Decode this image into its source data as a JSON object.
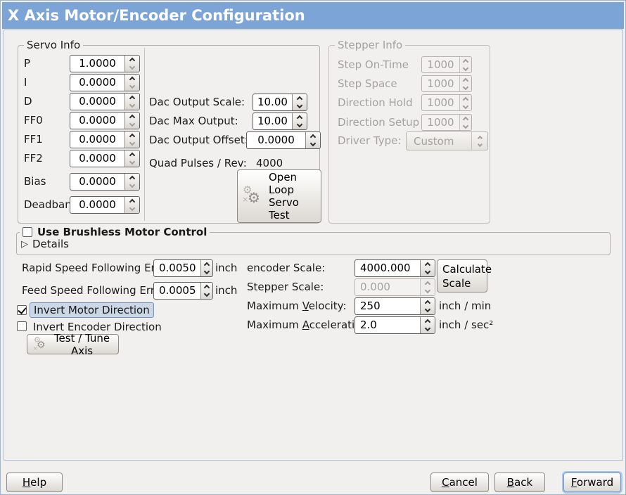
{
  "window": {
    "title": "X Axis Motor/Encoder Configuration"
  },
  "colors": {
    "title_bg": "#7da4d6",
    "focus_blue": "#6d96cc",
    "highlight_bg": "#ccd7e6"
  },
  "servo": {
    "legend": "Servo Info",
    "params": [
      {
        "label": "P",
        "value": "1.0000"
      },
      {
        "label": "I",
        "value": "0.0000"
      },
      {
        "label": "D",
        "value": "0.0000"
      },
      {
        "label": "FF0",
        "value": "0.0000"
      },
      {
        "label": "FF1",
        "value": "0.0000"
      },
      {
        "label": "FF2",
        "value": "0.0000"
      },
      {
        "label": "Bias",
        "value": "0.0000"
      },
      {
        "label": "Deadband",
        "value": "0.0000"
      }
    ],
    "dac_scale": {
      "label": "Dac Output Scale:",
      "value": "10.00"
    },
    "dac_max": {
      "label": "Dac Max Output:",
      "value": "10.00"
    },
    "dac_offset": {
      "label": "Dac Output Offset:",
      "value": "0.0000"
    },
    "quad": {
      "label": "Quad Pulses / Rev:",
      "value": "4000"
    },
    "open_loop_button": "Open\nLoop\nServo\nTest"
  },
  "stepper": {
    "legend": "Stepper Info",
    "params": [
      {
        "label": "Step On-Time",
        "value": "1000"
      },
      {
        "label": "Step Space",
        "value": "1000"
      },
      {
        "label": "Direction Hold",
        "value": "1000"
      },
      {
        "label": "Direction Setup",
        "value": "1000"
      }
    ],
    "driver": {
      "label": "Driver Type:",
      "value": "Custom"
    }
  },
  "brushless": {
    "checkbox_label": "Use Brushless Motor Control",
    "expander_label": "Details"
  },
  "following": {
    "rapid": {
      "label": "Rapid Speed Following Error:",
      "value": "0.0050",
      "unit": "inch"
    },
    "feed": {
      "label": "Feed Speed Following Error:",
      "value": "0.0005",
      "unit": "inch"
    }
  },
  "invert": {
    "motor_label": "Invert Motor Direction",
    "encoder_label": "Invert Encoder Direction"
  },
  "test_tune_button": "Test / Tune Axis",
  "scales": {
    "encoder": {
      "label": "encoder Scale:",
      "value": "4000.000"
    },
    "stepper": {
      "label": "Stepper Scale:",
      "value": "0.000"
    },
    "calculate_button": "Calculate\nScale",
    "velocity": {
      "label_pre": "Maximum ",
      "label_u": "V",
      "label_post": "elocity:",
      "value": "250",
      "unit": "inch / min"
    },
    "acceleration": {
      "label_pre": "Maximum ",
      "label_u": "A",
      "label_post": "cceleration:",
      "value": "2.0",
      "unit": "inch / sec²"
    }
  },
  "actions": {
    "help": {
      "u": "H",
      "rest": "elp"
    },
    "cancel": {
      "u": "C",
      "rest": "ancel"
    },
    "back": {
      "u": "B",
      "rest": "ack"
    },
    "forward": {
      "u": "F",
      "rest": "orward"
    }
  }
}
